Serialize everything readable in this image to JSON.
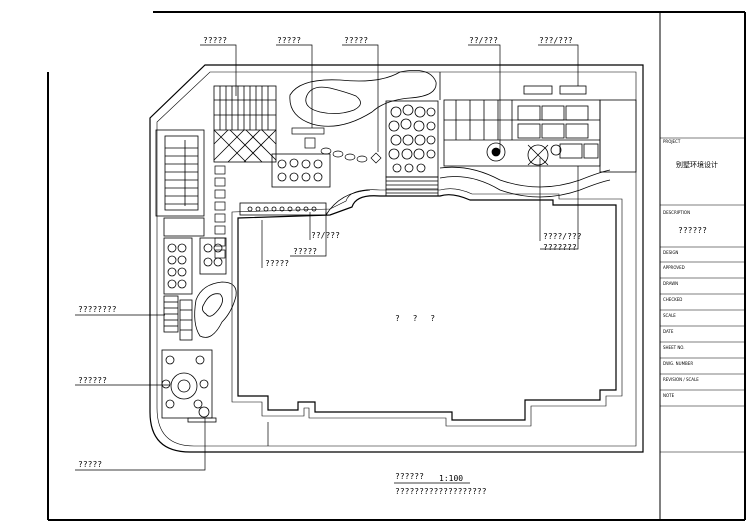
{
  "plan_center_text": "? ? ?",
  "callouts": {
    "top_1": "?????",
    "top_2": "?????",
    "top_3": "?????",
    "top_4": "??/???",
    "top_5": "???/???",
    "mid_1": "??/???",
    "mid_2": "?????",
    "mid_3": "?????",
    "right_1": "????/???",
    "right_2": "???????",
    "left_1": "????????",
    "left_2": "??????",
    "left_3": "?????"
  },
  "caption": {
    "title": "??????",
    "scale": "1:100",
    "note": "???????????????????"
  },
  "title_block": {
    "project_tag": "PROJECT",
    "drawing_title": "别墅环境设计",
    "name_tag": "DESCRIPTION",
    "name_value": "??????",
    "rows": [
      "DESIGN",
      "APPROVED",
      "DRAWN",
      "CHECKED",
      "SCALE",
      "DATE",
      "SHEET NO.",
      "DWG. NUMBER",
      "REVISION / SCALE",
      "NOTE"
    ]
  }
}
